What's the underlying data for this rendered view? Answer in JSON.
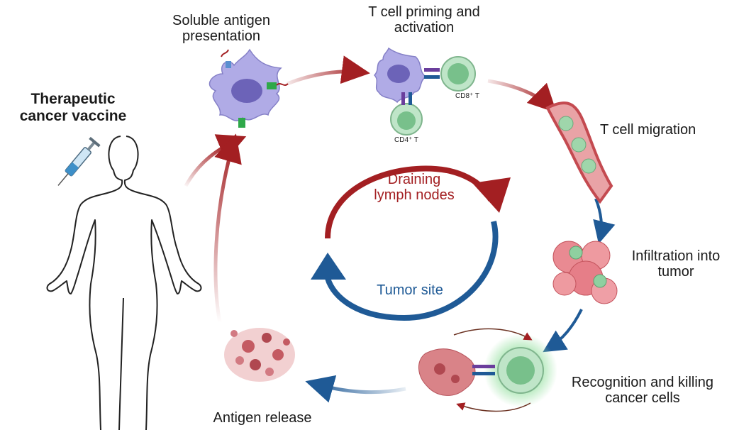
{
  "labels": {
    "vaccine": "Therapeutic\ncancer vaccine",
    "soluble": "Soluble antigen\npresentation",
    "priming": "T cell priming and\nactivation",
    "migration": "T cell migration",
    "infiltration": "Infiltration into\ntumor",
    "recognition": "Recognition and killing\ncancer cells",
    "release": "Antigen release",
    "lymph": "Draining\nlymph nodes",
    "tumor": "Tumor site",
    "cd8": "CD8⁺ T",
    "cd4": "CD4⁺ T"
  },
  "colors": {
    "red_arrow": "#a31f22",
    "blue_arrow": "#1f5a96",
    "dc": "#a8a3e0",
    "tcell": "#8fd0a0",
    "tumor": "#e8848a"
  }
}
